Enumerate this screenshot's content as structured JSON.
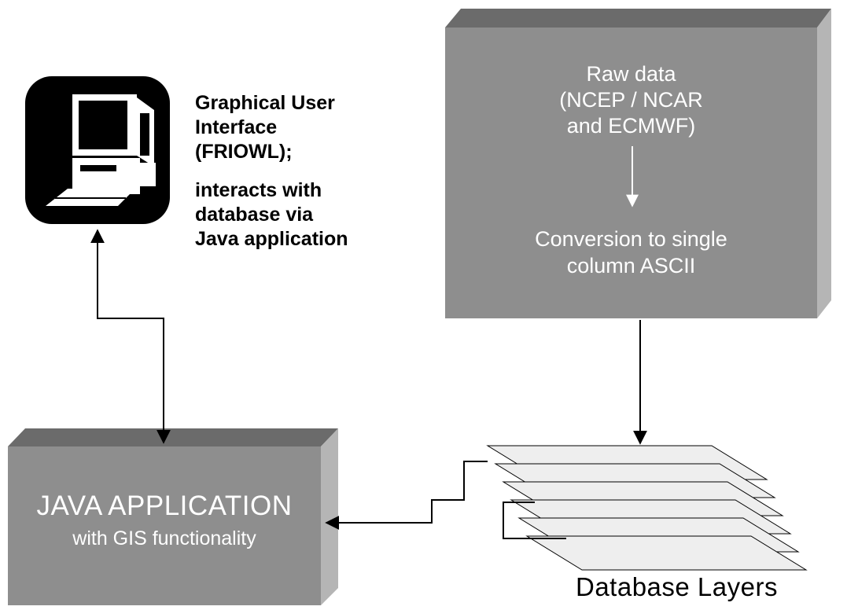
{
  "gui": {
    "title_lines": [
      "Graphical User",
      "Interface",
      "(FRIOWL);"
    ],
    "desc_lines": [
      "interacts with",
      "database via",
      "Java application"
    ]
  },
  "raw_box": {
    "title_lines": [
      "Raw data",
      "(NCEP / NCAR",
      "and ECMWF)"
    ],
    "step_lines": [
      "Conversion to single",
      "column ASCII"
    ]
  },
  "java_box": {
    "title": "JAVA APPLICATION",
    "subtitle": "with GIS functionality"
  },
  "database": {
    "label": "Database Layers",
    "layer_count": 6
  },
  "colors": {
    "box_face": "#8e8e8e",
    "box_top": "#6b6b6b",
    "box_side": "#b5b5b5",
    "layer_fill": "#eeeeee",
    "monitor_bg": "#000000",
    "text_light": "#ffffff",
    "text_dark": "#000000"
  },
  "icons": [
    "computer-icon"
  ]
}
